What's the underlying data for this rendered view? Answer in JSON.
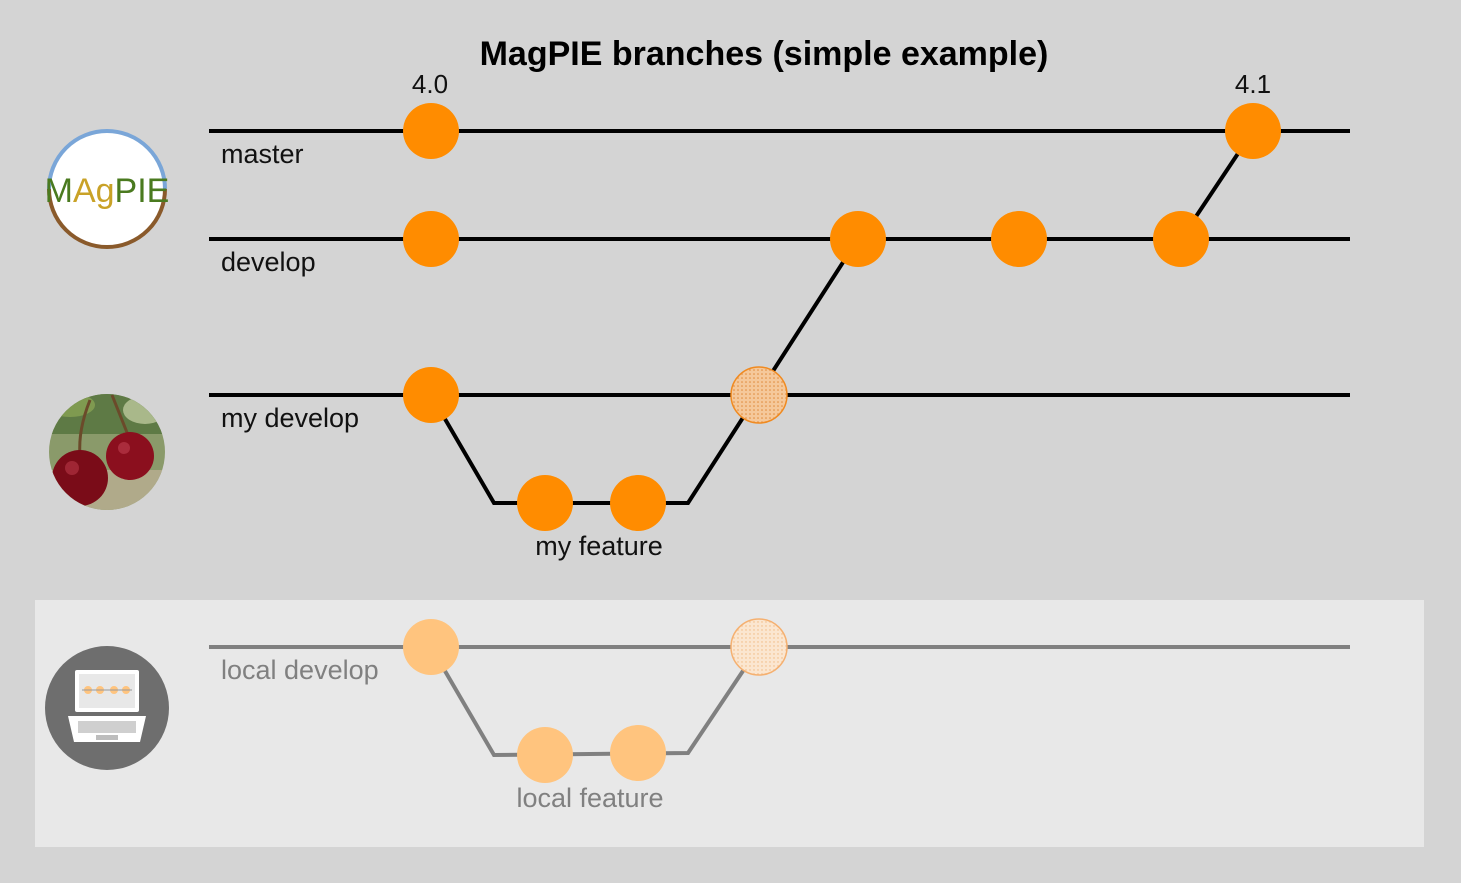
{
  "title": "MagPIE branches (simple example)",
  "colors": {
    "background": "#d4d4d4",
    "local_panel": "#e8e8e8",
    "commit": "#ff8c00",
    "commit_local": "#ffc47e",
    "line": "#000000",
    "line_local": "#808080"
  },
  "icons": {
    "magpie": "magpie-logo-icon",
    "fork": "cherries-icon",
    "local": "laptop-icon"
  },
  "logo": {
    "text_m": "M",
    "text_ag": "Ag",
    "text_pie": "PIE"
  },
  "versions": {
    "v40": "4.0",
    "v41": "4.1"
  },
  "branches": {
    "master": "master",
    "develop": "develop",
    "my_develop": "my  develop",
    "my_feature": "my  feature",
    "local_develop": "local  develop",
    "local_feature": "local  feature"
  }
}
